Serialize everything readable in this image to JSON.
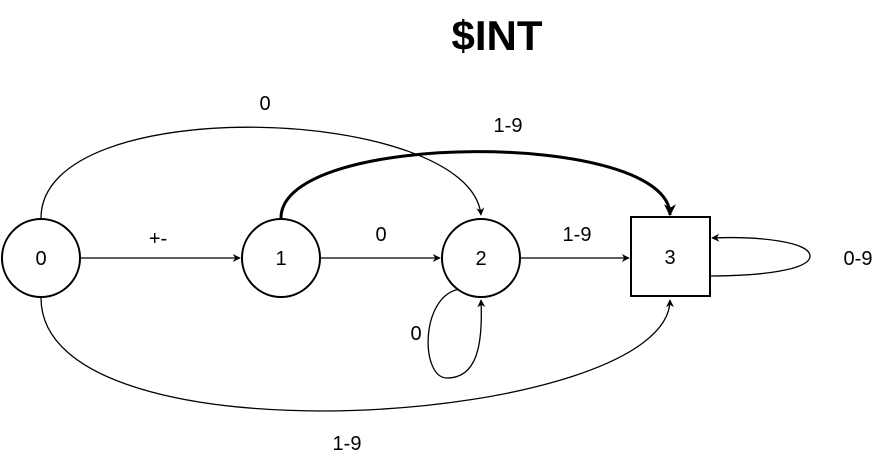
{
  "title": "$INT",
  "states": [
    {
      "id": "0",
      "label": "0",
      "shape": "circle"
    },
    {
      "id": "1",
      "label": "1",
      "shape": "circle"
    },
    {
      "id": "2",
      "label": "2",
      "shape": "circle"
    },
    {
      "id": "3",
      "label": "3",
      "shape": "square",
      "accepting": true
    }
  ],
  "transitions": [
    {
      "from": "0",
      "to": "1",
      "label": "+-"
    },
    {
      "from": "1",
      "to": "2",
      "label": "0"
    },
    {
      "from": "2",
      "to": "3",
      "label": "1-9"
    },
    {
      "from": "0",
      "to": "2",
      "label": "0"
    },
    {
      "from": "1",
      "to": "3",
      "label": "1-9",
      "emphasis": "bold"
    },
    {
      "from": "0",
      "to": "3",
      "label": "1-9"
    },
    {
      "from": "2",
      "to": "2",
      "label": "0"
    },
    {
      "from": "3",
      "to": "3",
      "label": "0-9"
    }
  ],
  "colors": {
    "stroke": "#000000",
    "background": "#ffffff"
  }
}
